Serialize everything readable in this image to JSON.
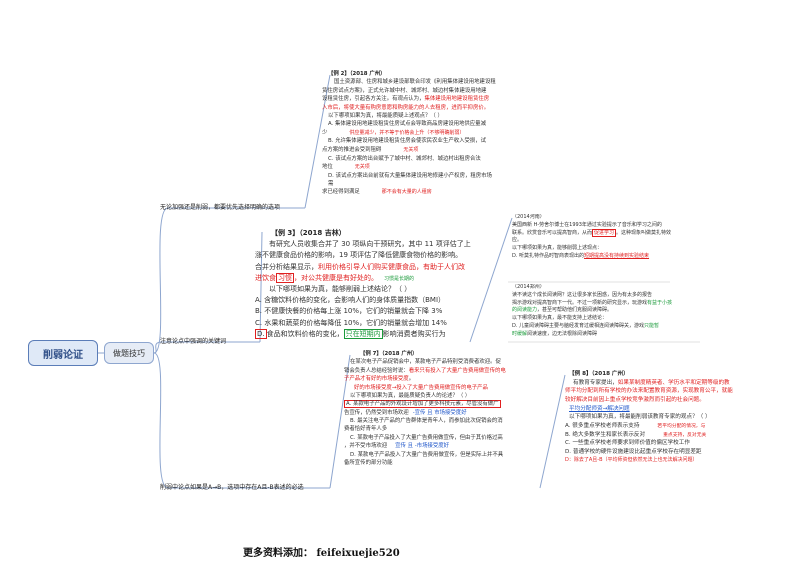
{
  "root": {
    "label": "削弱论证"
  },
  "sub": {
    "label": "做题技巧"
  },
  "branches": {
    "b1": "无论加强还是削弱，都要优先选择明确的选项",
    "b2": "注意论点中强调的关键词",
    "b3": "削弱中论点如果是A→B，选项中存在A且-B表述的必选"
  },
  "ex2": {
    "title": "【例 2】（2018 广州）",
    "stem1": "国土资源部、住房和城乡建设部联合印发《利用集体建设用地建设租",
    "stem2": "赁住房试点方案》，正式允许城中村、城郊村、城边村集体建设用地建",
    "stem3": "设租赁住房，引起各方关注。有观点认为，",
    "stem3red": "集体建设用地建设租赁住房",
    "stem4red": "入市后，将使大量有购房意愿和购房能力的人去租房，进而平抑房价。",
    "q": "以下哪项如果为真，将最能质疑上述观点？（ ）",
    "a": "A. 集体建设用地建设租赁住房试点会导致商品房建设用地供应量减",
    "a2": "少",
    "a_note": "供应量减少，并不等于价格会上升（不够明确削弱）",
    "b": "B. 允许集体建设用地建设租赁住房会使农民农业生产收入受损，试",
    "b2": "点方案的推进会受到阻碍",
    "b_note": "无关项",
    "c": "C. 该试点方案的出台赋予了城中村、城郊村、城边村出租房合法",
    "c2": "地位",
    "c_note": "无关项",
    "d": "D. 该试点方案出台前就有大量集体建设用地修建小产权房，租房市场需",
    "d2": "求已经得到满足",
    "d_note": "那不会有大量的人租房"
  },
  "ex3": {
    "title": "【例 3】（2018 吉林）",
    "s1": "有研究人员收集合并了 30 项纵向干预研究，其中 11 项评估了上",
    "s2": "涨不健康食品价格的影响，19 项评估了降低健康食物价格的影响。",
    "s3": "合并分析结果显示，",
    "s3red": "利用价格引导人们购买健康食品，有助于人们改",
    "s4red": "进饮食",
    "s4box": "习惯",
    "s4red2": "，对公共健康是有好处的。",
    "s4note": "习惯是长期的",
    "q": "以下哪项如果为真，能够削弱上述结论？（ ）",
    "a": "A. 含糖饮料价格的变化，会影响人们的身体质量指数（BMI）",
    "b": "B. 不健康快餐的价格每上涨 10%，它们的销量就会下降 3%",
    "c": "C. 水果和蔬菜的价格每降低 10%，它们的销量就会增加 14%",
    "d_pre": "D.",
    "d": "食品和饮料价格的变化，",
    "d_box": "只在短期内",
    "d_post": "影响消费者购买行为"
  },
  "ex14a": {
    "title": "（2014河南）",
    "s1": "美国西新 H-劳舍尔博士在1993年通过实验提示了音乐和学习之间的",
    "s2": "联系。欣赏音乐可以提高智商，从而",
    "s2red": "促进学习",
    "s2b": "。这种现象叫做莫扎特效",
    "s3": "应。",
    "q": "以下哪项如果为真，能够削弱上述现点：",
    "d": "D. 听莫扎特作品时智商表现出的",
    "d_red": "短期提高没有持续到实验结束"
  },
  "ex14b": {
    "title": "（2014郑州）",
    "s1": "读不读这个成长阅读网？这让很多家长困惑，因为有太多的报告",
    "s2": "揭示游戏对提高智商下一代。不过一项新的研究显示，玩游戏",
    "s2grn": "有益于小孩",
    "s3grn": "的阅读能力",
    "s3": "，甚至可帮助他们克服阅读障碍。",
    "q": "以下哪项如果为真，最不能支持上述结论：",
    "d": "D. 儿童阅读障碍主要与脑经发育过缓相连阅读障碍关，游戏",
    "d_grn": "只能暂",
    "d2_grn": "时缓解",
    "d2": "阅读速度，边无法根除阅读障碍"
  },
  "ex7": {
    "title": "【例 7】（2018 广州）",
    "s1": "在某次电子产品促销会中，某款电子产品特别受消费者欢迎。促",
    "s2": "销会负责人总结经验时说：",
    "s2red": "看来只有投入了大量广告费用做宣传的电",
    "s3red": "子产品才有好的市场接受度",
    "s3": "。",
    "redline": "好的市场接受度→投入了大量广告费用做宣传的电子产品",
    "q": "以下哪项如果为真，最能质疑负责人的论述？（ ）",
    "a": "A. 某款电子产品的外观设计增加了更多科技元素，尽管没有做广",
    "a2": "告宣传，仍然受到市场欢迎",
    "a_note": "-宣传 且 市场接受度好",
    "b": "B. 最关注电子产品的广告群体是青年人，而参加此次促销会的消",
    "b2": "费者恰好青年人多",
    "c": "C. 某款电子产品投入了大量广告费用做宣传，但由于其价格过高",
    "c2": "，并不受市场欢迎",
    "c_note": "宣传 且 -市场接受度好",
    "d": "D. 某款电子产品投入了大量广告费用做宣传，但是实际上并不具",
    "d2": "备所宣传的部分功能"
  },
  "ex8": {
    "title": "【例 8】（2018 广州）",
    "s1": "有教育专家提出，",
    "s1red": "如果某制度精英者、学历水平和定期等级的教",
    "s2red": "师平均分配到所有学校的办法来配置教育资源，实现教育公平，就能",
    "s3red": "较好解决目前因上重点学校竞争激烈而引起的社会问题。",
    "note": "平均分配师资→解决问题",
    "q": "以下哪项如果为真，将最能削弱该教育专家的观点？（ ）",
    "a": "A. 很多重点学校老师表示支持",
    "a_note1": "若平均分配的情况，与",
    "a_note2": "重点支持，反对无关",
    "b": "B. 绝大多数学生和家长表示反对",
    "c": "C. 一些重点学校老师要求到师价值的偏区学校工作",
    "d": "D. 普通学校的硬件设施建设比起重点学校存在明显差距",
    "ans": "D：除去了A且-B（平均师资但依然无法上也无法解决问题）"
  },
  "footer": {
    "text": "更多资料添加：  feifeixuejie520"
  }
}
